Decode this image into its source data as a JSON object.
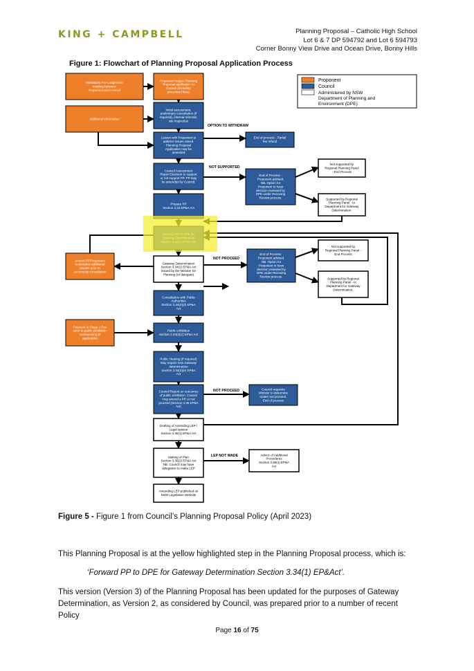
{
  "header": {
    "logo": "KING + CAMPBELL",
    "lines": [
      "Planning Proposal – Catholic High School",
      "Lot 6 & 7 DP 594792 and Lot 6 594793",
      "Corner Bonny View Drive and Ocean Drive, Bonny Hills"
    ]
  },
  "figure": {
    "title": "Figure 1: Flowchart of Planning Proposal Application Process",
    "legend": [
      "Proponent",
      "Council",
      "Administered by NSW Department of Planning and Environment (DPE)"
    ],
    "colors": {
      "proponent": "#f07f2a",
      "council": "#2e5c9a",
      "dpe": "#ffffff",
      "highlight": "#f4ee34"
    },
    "labels": {
      "option_withdraw": "OPTION TO WITHDRAW",
      "not_supported": "NOT SUPPORTED",
      "not_proceed_1": "NOT PROCEED",
      "not_proceed_2": "NOT PROCEED",
      "lep_not_made": "LEP NOT MADE"
    },
    "boxes": {
      "mandatory": [
        "Mandatory Pre-Lodgement",
        "meeting between",
        "Proponent and Council"
      ],
      "proponent_lodges": [
        "Proponent lodges Planning",
        "Proposal application to",
        "Council (including",
        "prescribed fees)"
      ],
      "additional_info": [
        "Additional information"
      ],
      "initial_assessment": [
        "Initial assessment,",
        "preliminary consultation (if",
        "required), internal referrals,",
        "site inspection"
      ],
      "liaison": [
        "Liaison with Proponent to",
        "address issues raised.",
        "Planning Proposal",
        "Application may be",
        "amended"
      ],
      "end_partial": [
        "End of process - Partial",
        "fee refund"
      ],
      "council_assessment": [
        "Council Assessment",
        "Report Decision to support",
        "or not support PP. PP may",
        "be amended by Council."
      ],
      "end_rezoning": [
        "End of Process -",
        "Proponent advised.",
        "NB. Option for",
        "Proponent to have",
        "decision reviewed by",
        "DPE under Rezoning",
        "Review process."
      ],
      "not_supported_panel": [
        "Not supported by",
        "Regional Planning Panel",
        "- End Process"
      ],
      "supported_panel": [
        "Supported by Regional",
        "Planning Panel - to",
        "Department for Gateway",
        "Determination."
      ],
      "prepare_pp": [
        "Prepare PP",
        "Section 3.33 EP&A Act"
      ],
      "forward_pp": [
        "Forward PP to DPE for",
        "Gateway Determination",
        "Section 3.34(1) EP&A Act"
      ],
      "amend_pp": [
        "Amend PP/Proponent",
        "undertakes additional",
        "studies prior to",
        "community consultation"
      ],
      "gateway_det": [
        "Gateway Determination",
        "Section 3.34(2) EP&A Act",
        "issued by the Minister for",
        "Planning (or delegate)"
      ],
      "end_rezoning_2": [
        "End of Process -",
        "Proponent advised.",
        "NB. Option for",
        "Proponent to have",
        "decision reviewed by",
        "DPE under Rezoning",
        "Review process."
      ],
      "not_supported_panel_2": [
        "Not supported by",
        "Regional Planning Panel -",
        "End Process"
      ],
      "supported_panel_2": [
        "Supported by Regional",
        "Planning Panel - to",
        "Department for Gateway",
        "Determination."
      ],
      "consultation": [
        "Consultation with Public",
        "Authorities",
        "Section 3.34(2)(d) EP&A",
        "Act"
      ],
      "payment_stage2": [
        "Payment of Stage 2 Fee",
        "prior to public exhibition",
        "commencing (if",
        "applicable)"
      ],
      "public_exhibition": [
        "Public exhibition",
        "Section 3.34(2)(c) EP&A Act"
      ],
      "public_hearing": [
        "Public Hearing (if required)",
        "May require new Gateway",
        "determination",
        "Section 3.34(2)(e) EP&A",
        "Act"
      ],
      "council_report": [
        "Council Report on outcomes",
        "of public exhibition. Council",
        "may amend a PP or not",
        "proceed (Section 3.35 EP&A",
        "Act)"
      ],
      "council_requests": [
        "Council requests",
        "Minister to determine",
        "matter not proceed.",
        "End of process"
      ],
      "drafting": [
        "Drafting of Amending LEP /",
        "Legal opinion",
        "Section 3.36(1) EP&A Act"
      ],
      "making_plan": [
        "Making of Plan",
        "Section 3.36(2) EP&A Act",
        "NB. Council may have",
        "delegation to make LEP"
      ],
      "advice": [
        "Advice of Additional",
        "Procedures",
        "Section 3.36(4) EP&A",
        "Act"
      ],
      "amending_lep": [
        "Amending LEP published on",
        "NSW Legislation Website"
      ]
    }
  },
  "caption": {
    "label": "Figure 5 -",
    "text": " Figure 1 from Council’s Planning Proposal Policy (April 2023)"
  },
  "body": {
    "p1": "This Planning Proposal is at the yellow highlighted step in the Planning Proposal process, which is:",
    "p2": "‘Forward PP to DPE for Gateway Determination Section 3.34(1) EP&Act’.",
    "p3": "This version (Version 3) of the Planning Proposal has been updated for the purposes of Gateway Determination, as Version 2, as considered by Council, was prepared prior to a number of recent Policy"
  },
  "footer": {
    "prefix": "Page ",
    "page": "16",
    "mid": " of ",
    "total": "75"
  }
}
